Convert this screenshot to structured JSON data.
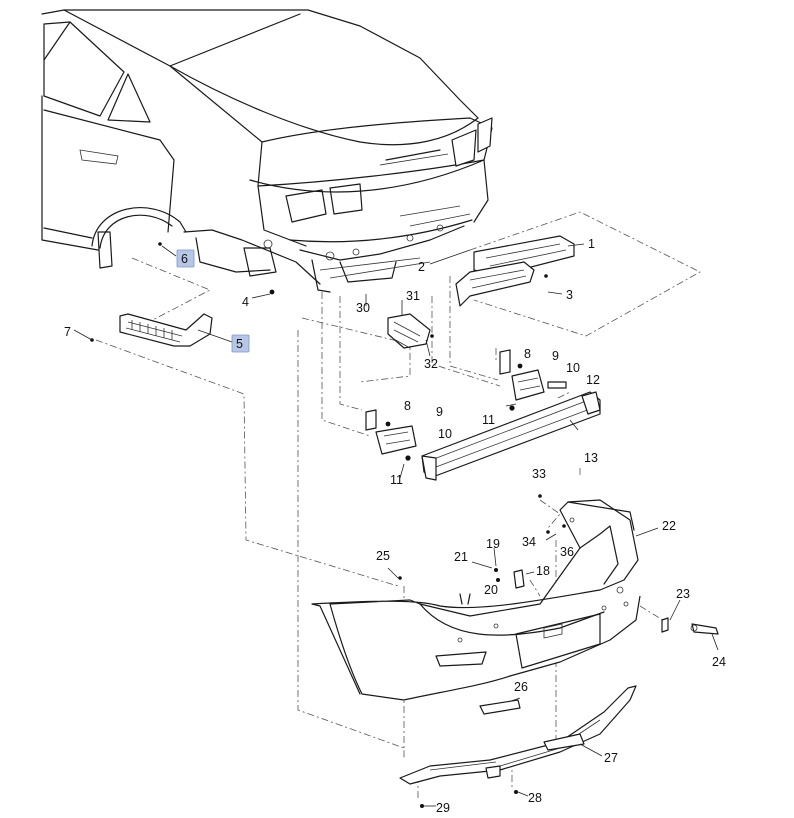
{
  "colors": {
    "line": "#1a1a1a",
    "highlight": "#b8c6e6",
    "background": "#ffffff"
  },
  "labels": {
    "l1": "1",
    "l2": "2",
    "l3": "3",
    "l4": "4",
    "l5": "5",
    "l6": "6",
    "l7": "7",
    "l8a": "8",
    "l8b": "8",
    "l9a": "9",
    "l9b": "9",
    "l10a": "10",
    "l10b": "10",
    "l11a": "11",
    "l11b": "11",
    "l12": "12",
    "l13": "13",
    "l18": "18",
    "l19": "19",
    "l20": "20",
    "l21": "21",
    "l22": "22",
    "l23": "23",
    "l24": "24",
    "l25": "25",
    "l26": "26",
    "l27": "27",
    "l28": "28",
    "l29": "29",
    "l30": "30",
    "l31": "31",
    "l32": "32",
    "l33": "33",
    "l34": "34",
    "l36": "36"
  },
  "highlighted_labels": [
    "5",
    "6"
  ]
}
